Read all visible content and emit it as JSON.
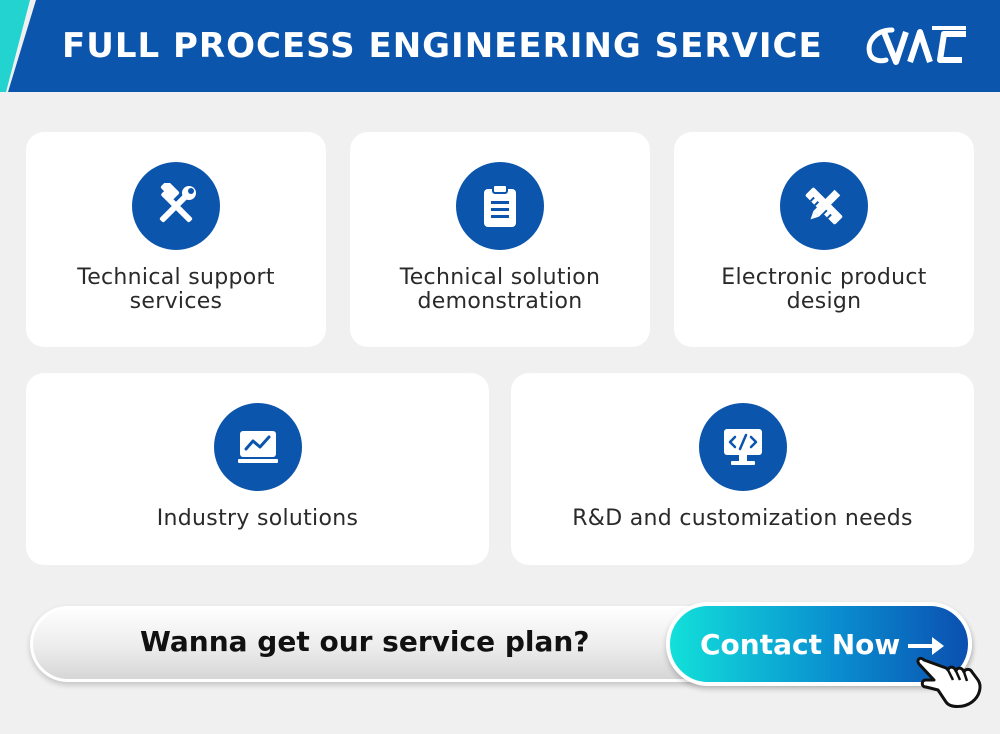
{
  "header": {
    "title": "FULL PROCESS ENGINEERING SERVICE",
    "logo_icon": "vac-logo-icon"
  },
  "services": [
    {
      "label_line1": "Technical support",
      "label_line2": "services",
      "icon": "tools-icon"
    },
    {
      "label_line1": "Technical solution",
      "label_line2": "demonstration",
      "icon": "clipboard-icon"
    },
    {
      "label_line1": "Electronic product",
      "label_line2": "design",
      "icon": "pencil-ruler-icon"
    },
    {
      "label_line1": "Industry solutions",
      "icon": "chart-monitor-icon"
    },
    {
      "label_line1": "R&D and customization needs",
      "icon": "code-monitor-icon"
    }
  ],
  "cta": {
    "question": "Wanna get our service plan?",
    "button_label": "Contact Now",
    "arrow_icon": "arrow-right-icon",
    "hand_icon": "pointing-hand-icon"
  },
  "colors": {
    "brand_blue": "#0b55ad",
    "accent_cyan": "#22d3d0",
    "background": "#f0f0f0",
    "card": "#ffffff"
  }
}
